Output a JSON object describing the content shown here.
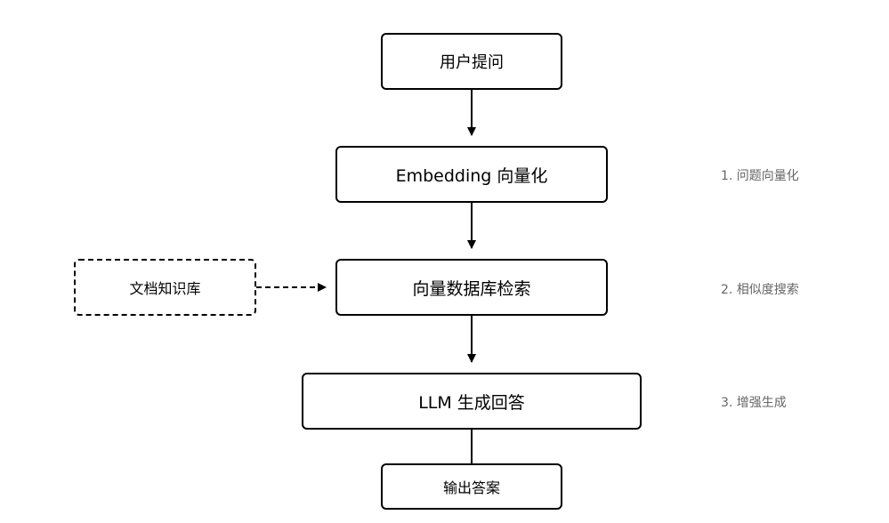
{
  "nodes": {
    "user_question": "用户提问",
    "embedding": "Embedding 向量化",
    "vector_search": "向量数据库检索",
    "llm_generate": "LLM 生成回答",
    "output_answer": "输出答案",
    "knowledge_base": "文档知识库"
  },
  "notes": {
    "step1": "1. 问题向量化",
    "step2": "2. 相似度搜索",
    "step3": "3. 增强生成"
  },
  "colors": {
    "stroke": "#000000",
    "note_text": "#666666",
    "background": "#ffffff"
  }
}
